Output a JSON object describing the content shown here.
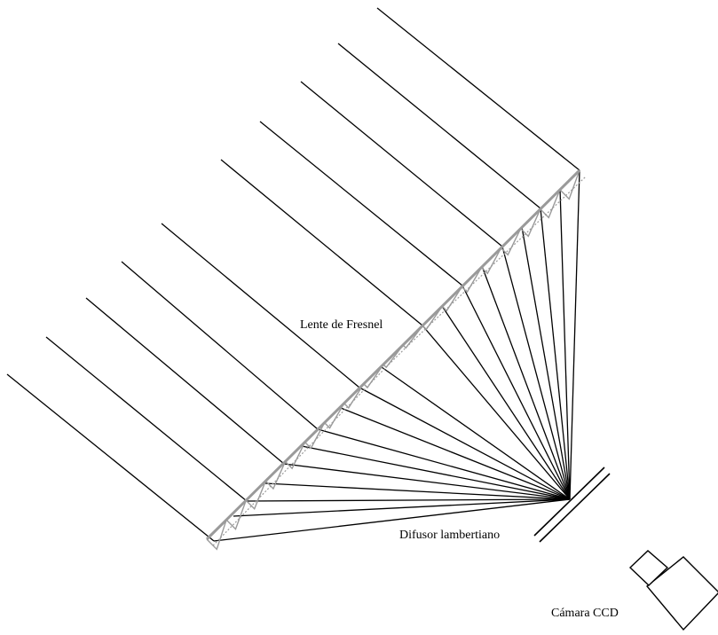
{
  "labels": {
    "lens": "Lente de Fresnel",
    "diffuser": "Difusor lambertiano",
    "camera": "Cámara CCD"
  },
  "colors": {
    "rays": "#000000",
    "lens_outline": "#9a9a9a",
    "lens_profile": "#9a9a9a",
    "diffuser": "#000000",
    "camera": "#000000"
  }
}
